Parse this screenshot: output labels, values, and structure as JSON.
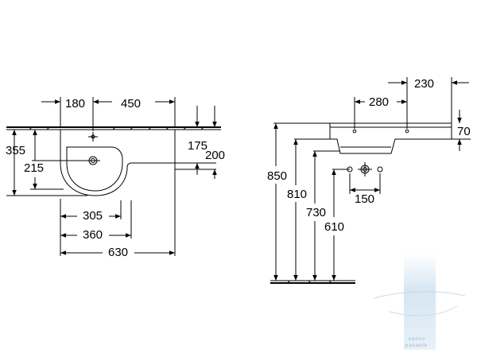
{
  "dimensions": {
    "top_left": "180",
    "top_right": "450",
    "height_355": "355",
    "height_215": "215",
    "right_175": "175",
    "right_200": "200",
    "bottom_305": "305",
    "bottom_360": "360",
    "bottom_630": "630",
    "side_230": "230",
    "side_280": "280",
    "side_70": "70",
    "h_850": "850",
    "h_810": "810",
    "h_730": "730",
    "h_610": "610",
    "fix_150": "150"
  },
  "watermark": {
    "line1": "vannu",
    "line2": "pasaule",
    "color": "#cfe0ee"
  }
}
